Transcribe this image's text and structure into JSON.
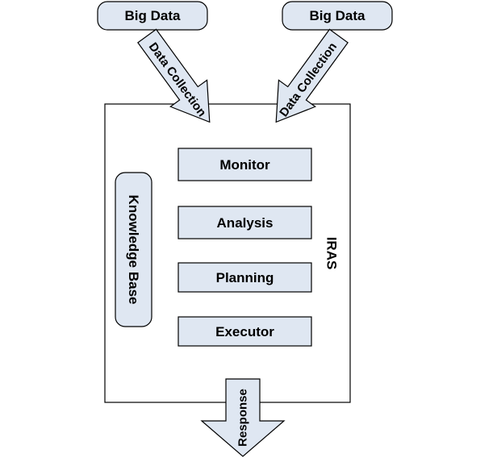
{
  "diagram": {
    "sources": [
      {
        "label": "Big Data",
        "arrow_label": "Data Collection"
      },
      {
        "label": "Big Data",
        "arrow_label": "Data Collection"
      }
    ],
    "system_label": "IRAS",
    "knowledge_base": "Knowledge Base",
    "stages": [
      "Monitor",
      "Analysis",
      "Planning",
      "Executor"
    ],
    "output_label": "Response",
    "colors": {
      "fill": "#dfe7f2",
      "stroke": "#000000",
      "background": "#ffffff"
    }
  }
}
